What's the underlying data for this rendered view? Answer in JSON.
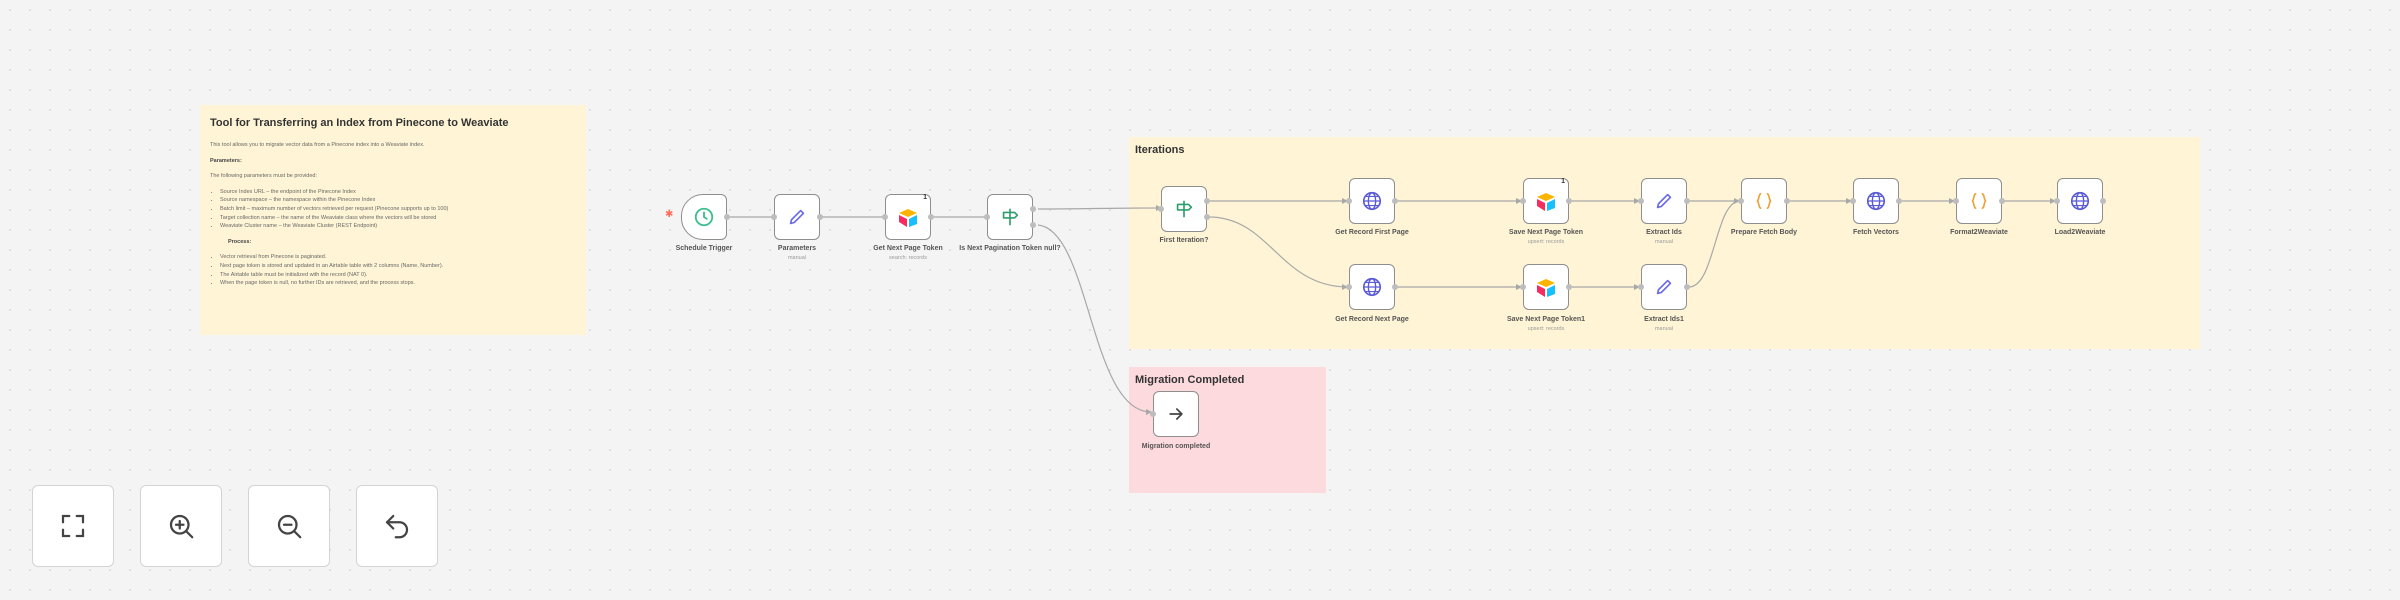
{
  "note": {
    "title": "Tool for Transferring an Index from Pinecone to Weaviate",
    "intro": "This tool allows you to migrate vector data from a Pinecone index into a Weaviate index.",
    "params_heading": "Parameters:",
    "params_intro": "The following parameters must be provided:",
    "params": [
      "Source Index URL – the endpoint of the Pinecone Index",
      "Source namespace – the namespace within the Pinecone Index",
      "Batch limit – maximum number of vectors retrieved per request (Pinecone supports up to 100)",
      "Target collection name – the name of the Weaviate class where the vectors will be stored",
      "Weaviate Cluster name – the Weaviate Cluster (REST Endpoint)"
    ],
    "process_heading": "Process:",
    "process": [
      "Vector retrieval from Pinecone is paginated.",
      "Next page token is stored and updated in an Airtable table with 2 columns (Name, Number).",
      "The Airtable table must be initialized with the record (NAT 0).",
      "When the page token is null, no further IDs are retrieved, and the process stops."
    ]
  },
  "sections": {
    "iterations": "Iterations",
    "migration": "Migration Completed"
  },
  "nodes": {
    "schedule": {
      "label": "Schedule Trigger",
      "icon": "clock-icon"
    },
    "parameters": {
      "label": "Parameters",
      "sub": "manual",
      "icon": "pencil-icon"
    },
    "get_token": {
      "label": "Get Next Page Token",
      "sub": "search: records",
      "badge": "1",
      "icon": "airtable-icon"
    },
    "is_null": {
      "label": "Is Next Pagination Token null?",
      "icon": "sign-icon"
    },
    "first_iter": {
      "label": "First Iteration?",
      "icon": "sign-icon"
    },
    "get_first": {
      "label": "Get Record First Page",
      "icon": "globe-icon"
    },
    "save_token": {
      "label": "Save Next Page Token",
      "sub": "upsert: records",
      "badge": "1",
      "icon": "airtable-icon"
    },
    "extract_ids": {
      "label": "Extract Ids",
      "sub": "manual",
      "icon": "pencil-icon"
    },
    "get_next": {
      "label": "Get Record Next Page",
      "icon": "globe-icon"
    },
    "save_token1": {
      "label": "Save Next Page Token1",
      "sub": "upsert: records",
      "icon": "airtable-icon"
    },
    "extract_ids1": {
      "label": "Extract Ids1",
      "sub": "manual",
      "icon": "pencil-icon"
    },
    "prepare": {
      "label": "Prepare Fetch Body",
      "icon": "braces-icon"
    },
    "fetch": {
      "label": "Fetch Vectors",
      "icon": "globe-icon"
    },
    "format": {
      "label": "Format2Weaviate",
      "icon": "braces-icon"
    },
    "load": {
      "label": "Load2Weaviate",
      "icon": "globe-icon"
    },
    "done": {
      "label": "Migration completed",
      "icon": "arrow-right-icon"
    }
  },
  "controls": {
    "fit": "fit-view-icon",
    "zoom_in": "zoom-in-icon",
    "zoom_out": "zoom-out-icon",
    "reset": "reset-zoom-icon"
  },
  "colors": {
    "note_bg": "#fff5d6",
    "migration_bg": "#fddadd",
    "globe": "#5b5bd6",
    "pencil": "#6b6be8",
    "clock": "#3dbf8f",
    "sign": "#2f9e6e",
    "braces": "#f0a236"
  }
}
